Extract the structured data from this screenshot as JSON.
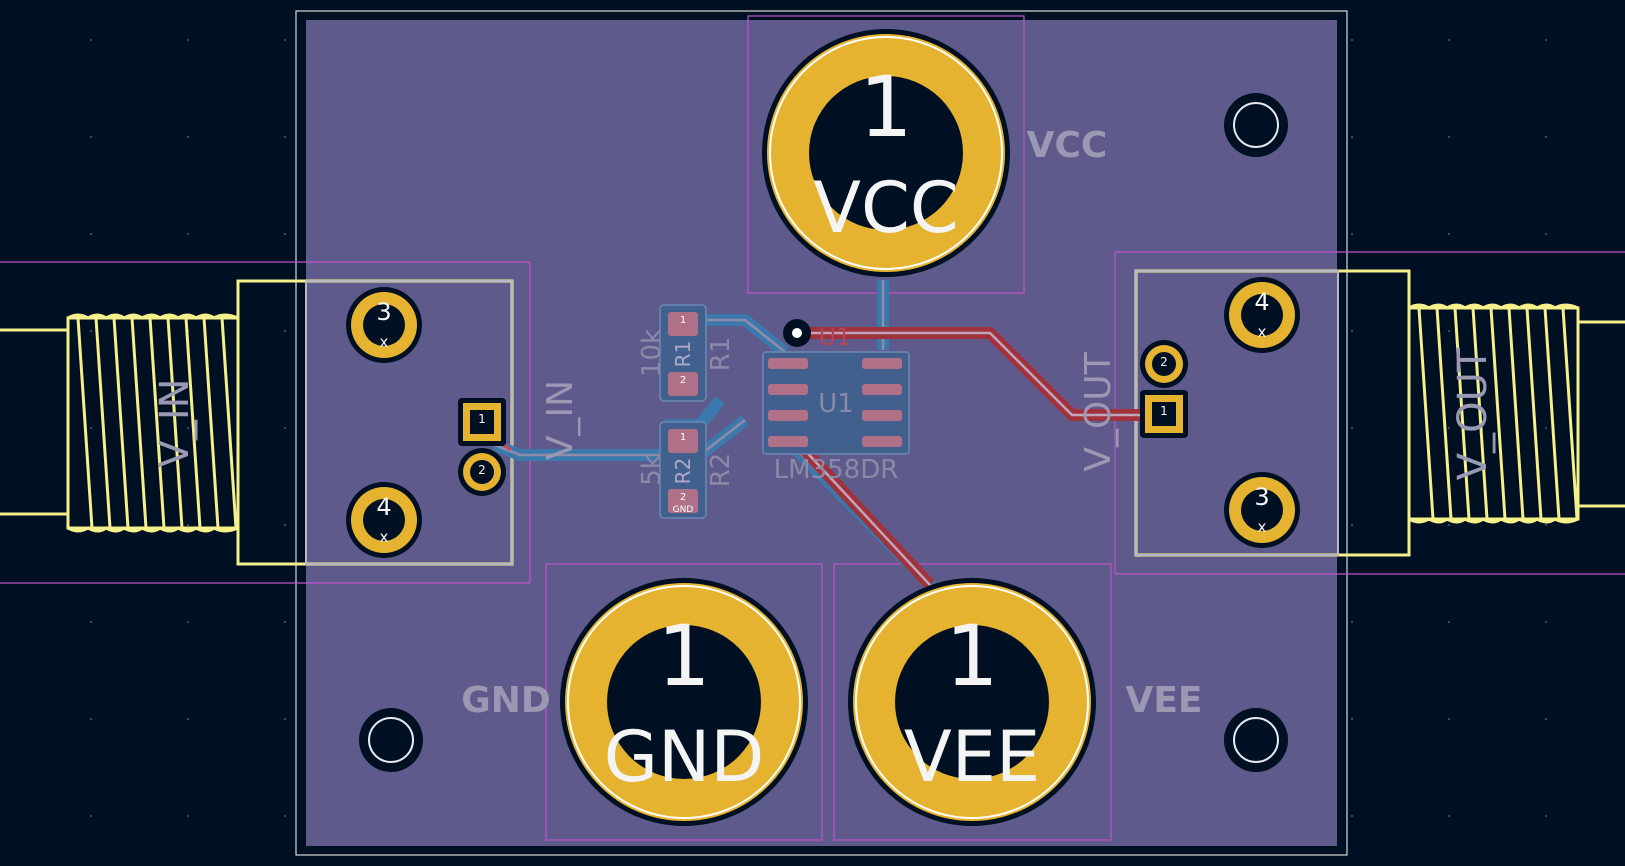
{
  "window": {
    "title": "PCB Editor"
  },
  "colors": {
    "background": "#001023",
    "board_fill": "#5e5b8c",
    "pad_gold": "#e6b330",
    "trace_front": "#a0323c",
    "trace_back": "#3b79ad",
    "outline": "#d8d8d8",
    "courtyard": "#c054c8",
    "connector_outline": "#f5f08a",
    "silk_text": "#9a98b2"
  },
  "terminals": {
    "vcc": {
      "number": "1",
      "name": "VCC",
      "label": "VCC"
    },
    "gnd": {
      "number": "1",
      "name": "GND",
      "label": "GND"
    },
    "vee": {
      "number": "1",
      "name": "VEE",
      "label": "VEE"
    }
  },
  "connectors": {
    "vin": {
      "label": "V_IN",
      "ref": "V_IN",
      "pads": [
        "3",
        "4",
        "1",
        "2"
      ]
    },
    "vout": {
      "label": "V_OUT",
      "ref": "V_OUT",
      "pads": [
        "4",
        "3",
        "1",
        "2"
      ]
    }
  },
  "components": {
    "r1": {
      "ref": "R1",
      "ref_inner": "R1",
      "value": "10k",
      "pads": [
        "1",
        "2"
      ]
    },
    "r2": {
      "ref": "R2",
      "ref_inner": "R2",
      "value": "5k",
      "pads": [
        "1",
        "2"
      ],
      "net": "GND"
    },
    "u1": {
      "ref": "U1",
      "ref_silk": "U1",
      "value": "LM358DR"
    }
  },
  "pad_marker": "x"
}
